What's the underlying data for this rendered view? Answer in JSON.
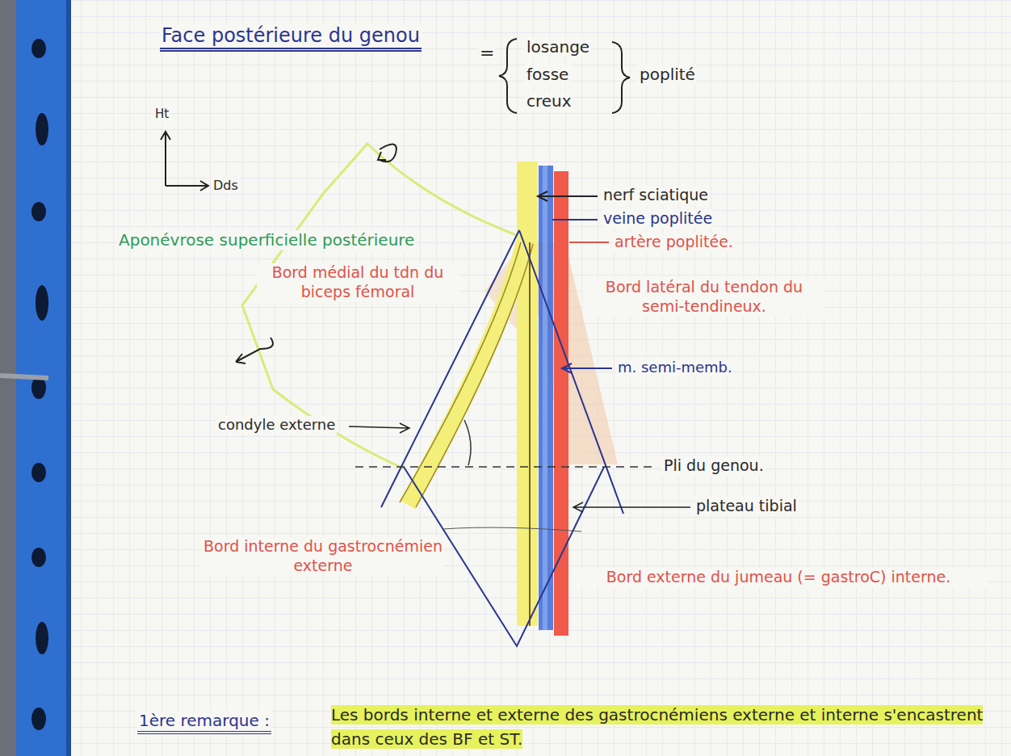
{
  "diagram": {
    "title": "Face postérieure du genou",
    "labels": [
      "=",
      "losange",
      "fosse",
      "creux",
      "poplité",
      "Ht",
      "Dds",
      "Aponévrose superficielle postérieure",
      "Bord médial du tdn du biceps fémoral",
      "nerf sciatique",
      "veine poplitée",
      "artère poplitée.",
      "Bord latéral du tendon du semi-tendineux.",
      "m. semi-memb.",
      "condyle externe",
      "Pli du genou.",
      "plateau tibial",
      "Bord interne du gastrocnémien externe",
      "Bord externe du jumeau (= gastroC) interne.",
      "1ère remarque :",
      "Les bords interne et externe des gastrocnémiens externe et interne s'encastrent dans ceux des BF et ST."
    ]
  }
}
